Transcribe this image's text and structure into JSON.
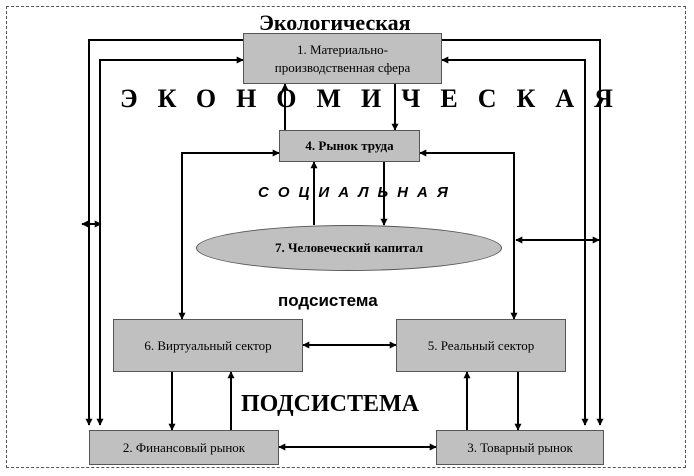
{
  "labels": {
    "ecological": "Экологическая",
    "economic": "ЭКОНОМИЧЕСКАЯ",
    "social": "СОЦИАЛЬНАЯ",
    "subsystem_small": "подсистема",
    "subsystem_large": "ПОДСИСТЕМА"
  },
  "nodes": {
    "material_sphere": "1. Материально-производственная сфера",
    "labor_market": "4. Рынок труда",
    "human_capital": "7. Человеческий капитал",
    "virtual_sector": "6. Виртуальный сектор",
    "real_sector": "5. Реальный сектор",
    "financial_market": "2. Финансовый рынок",
    "commodity_market": "3. Товарный рынок"
  },
  "colors": {
    "box_fill": "#c0c0c0",
    "line": "#000000"
  }
}
